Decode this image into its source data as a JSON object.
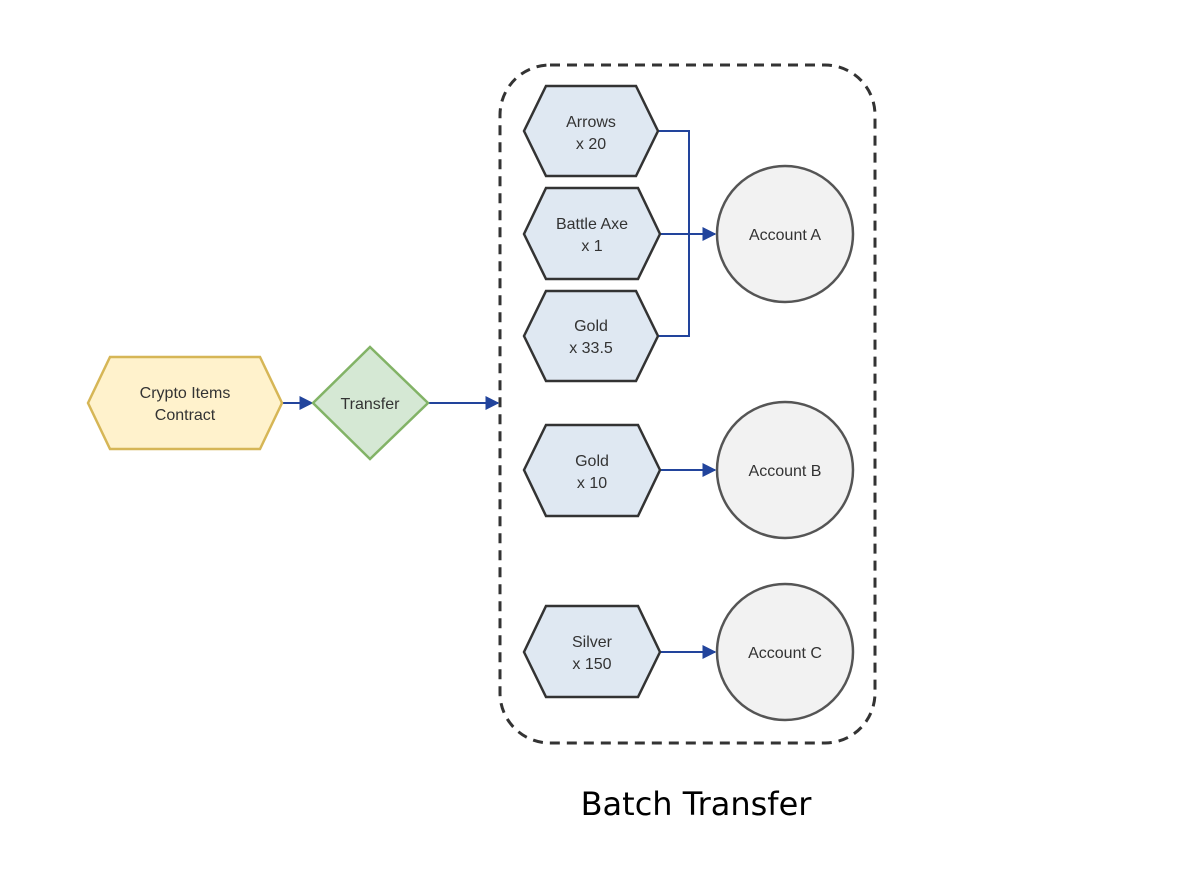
{
  "diagram": {
    "source": {
      "line1": "Crypto Items",
      "line2": "Contract",
      "fill": "#fff2cc",
      "stroke": "#d6b656"
    },
    "transfer": {
      "label": "Transfer",
      "fill": "#d5e8d4",
      "stroke": "#82b366"
    },
    "items": [
      {
        "name": "Arrows",
        "qty": "x 20"
      },
      {
        "name": "Battle Axe",
        "qty": "x 1"
      },
      {
        "name": "Gold",
        "qty": "x 33.5"
      },
      {
        "name": "Gold",
        "qty": "x 10"
      },
      {
        "name": "Silver",
        "qty": "x 150"
      }
    ],
    "accounts": [
      {
        "label": "Account A"
      },
      {
        "label": "Account B"
      },
      {
        "label": "Account C"
      }
    ],
    "caption": "Batch Transfer",
    "colors": {
      "item_fill": "#dfe8f2",
      "item_stroke": "#333333",
      "account_fill": "#f2f2f2",
      "account_stroke": "#555555",
      "edge": "#22449c",
      "group_border": "#333333"
    }
  }
}
